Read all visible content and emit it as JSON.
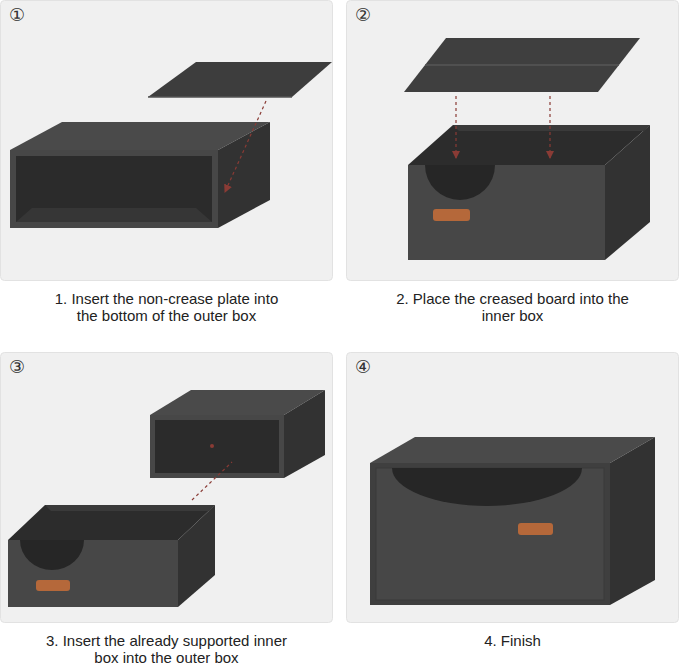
{
  "diagram": {
    "nodes": [
      {
        "text": [
          "①",
          "1. Insert the non-crease plate into the bottom of the outer box"
        ]
      },
      {
        "text": [
          "②",
          "2. Place the creased board into the inner box"
        ]
      },
      {
        "text": [
          "③",
          "3. Insert the already supported inner box into the outer box"
        ]
      },
      {
        "text": [
          "④",
          "4. Finish"
        ]
      }
    ]
  }
}
